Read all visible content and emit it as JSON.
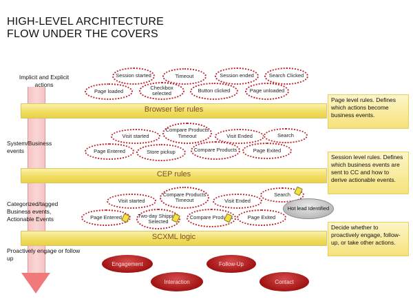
{
  "title": {
    "line1": "HIGH-LEVEL ARCHITECTURE",
    "line2": "FLOW UNDER THE COVERS"
  },
  "side_labels": {
    "implicit": "Implicit and Explicit actions",
    "system": "System/Business events",
    "categorized": "Categorized/tagged Business events, Actionable Events",
    "proactive": "Proactively engage or follow up"
  },
  "bands": {
    "browser": "Browser tier rules",
    "cep": "CEP rules",
    "scxml": "SCXML logic"
  },
  "notes": {
    "page": "Page level rules. Defines which actions become business events.",
    "session": "Session level rules. Defines which business events are sent to CC and how to derive actionable events.",
    "decide": "Decide whether to proactively engage, follow-up, or take other actions."
  },
  "layer1": {
    "session_started": "Session started",
    "timeout": "Timeout",
    "session_ended": "Session ended",
    "search_clicked": "Search Clicked",
    "page_loaded": "Page loaded",
    "checkbox_selected": "Checkbox selected",
    "button_clicked": "Button clicked",
    "page_unloaded": "Page unloaded"
  },
  "layer2": {
    "visit_started": "Visit started",
    "compare_timeout": "Compare Products Timeout",
    "visit_ended": "Visit Ended",
    "search": "Search",
    "page_entered": "Page Entered",
    "store_pickup": "Store pickup",
    "compare_products": "Compare Products",
    "page_exited": "Page Exited"
  },
  "layer3": {
    "visit_started": "Visit started",
    "compare_timeout": "Compare Products Timeout",
    "visit_ended": "Visit Ended",
    "search": "Search",
    "hot_lead": "Hot lead Identified",
    "page_entered": "Page Entered",
    "two_day": "Two-day Shipping Selected",
    "compare_products": "Compare Products",
    "page_exited": "Page Exited"
  },
  "actions": {
    "engagement": "Engagement",
    "follow_up": "Follow-Up",
    "interaction": "Interaction",
    "contact": "Contact"
  },
  "colors": {
    "event_border": "#c0202a",
    "band": "#f0dc5e",
    "action": "#a11414",
    "arrow": "#f07a7a"
  }
}
